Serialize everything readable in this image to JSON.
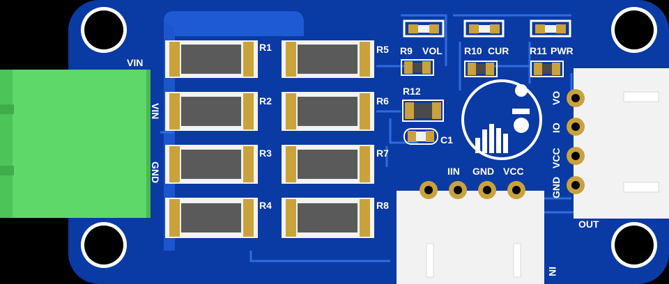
{
  "board": {
    "colors": {
      "background": "#000000",
      "pcb": "#0a3aa3",
      "trace": "#2f6ce0",
      "copper_pour": "#1e5ad4",
      "silkscreen": "#ffffff",
      "pad_gold": "#c9a23c",
      "terminal_green": "#5fd86a",
      "connector_white": "#f2f2f2",
      "resistor_body": "#5a5a5a"
    },
    "mounting_holes": [
      "hole-top-left",
      "hole-top-right",
      "hole-bottom-left",
      "hole-bottom-right"
    ]
  },
  "labels": {
    "vin_top": "VIN",
    "terminal_vin": "VIN",
    "terminal_gnd": "GND",
    "r1": "R1",
    "r2": "R2",
    "r3": "R3",
    "r4": "R4",
    "r5": "R5",
    "r6": "R6",
    "r7": "R7",
    "r8": "R8",
    "r9": "R9",
    "vol": "VOL",
    "r10": "R10",
    "cur": "CUR",
    "r11": "R11",
    "pwr": "PWR",
    "r12": "R12",
    "c1": "C1",
    "iin": "IIN",
    "gnd": "GND",
    "vcc": "VCC",
    "out_vo": "VO",
    "out_io": "IO",
    "out_gnd": "GND",
    "out_vcc": "VCC",
    "out": "OUT",
    "in_connector": "IN"
  }
}
